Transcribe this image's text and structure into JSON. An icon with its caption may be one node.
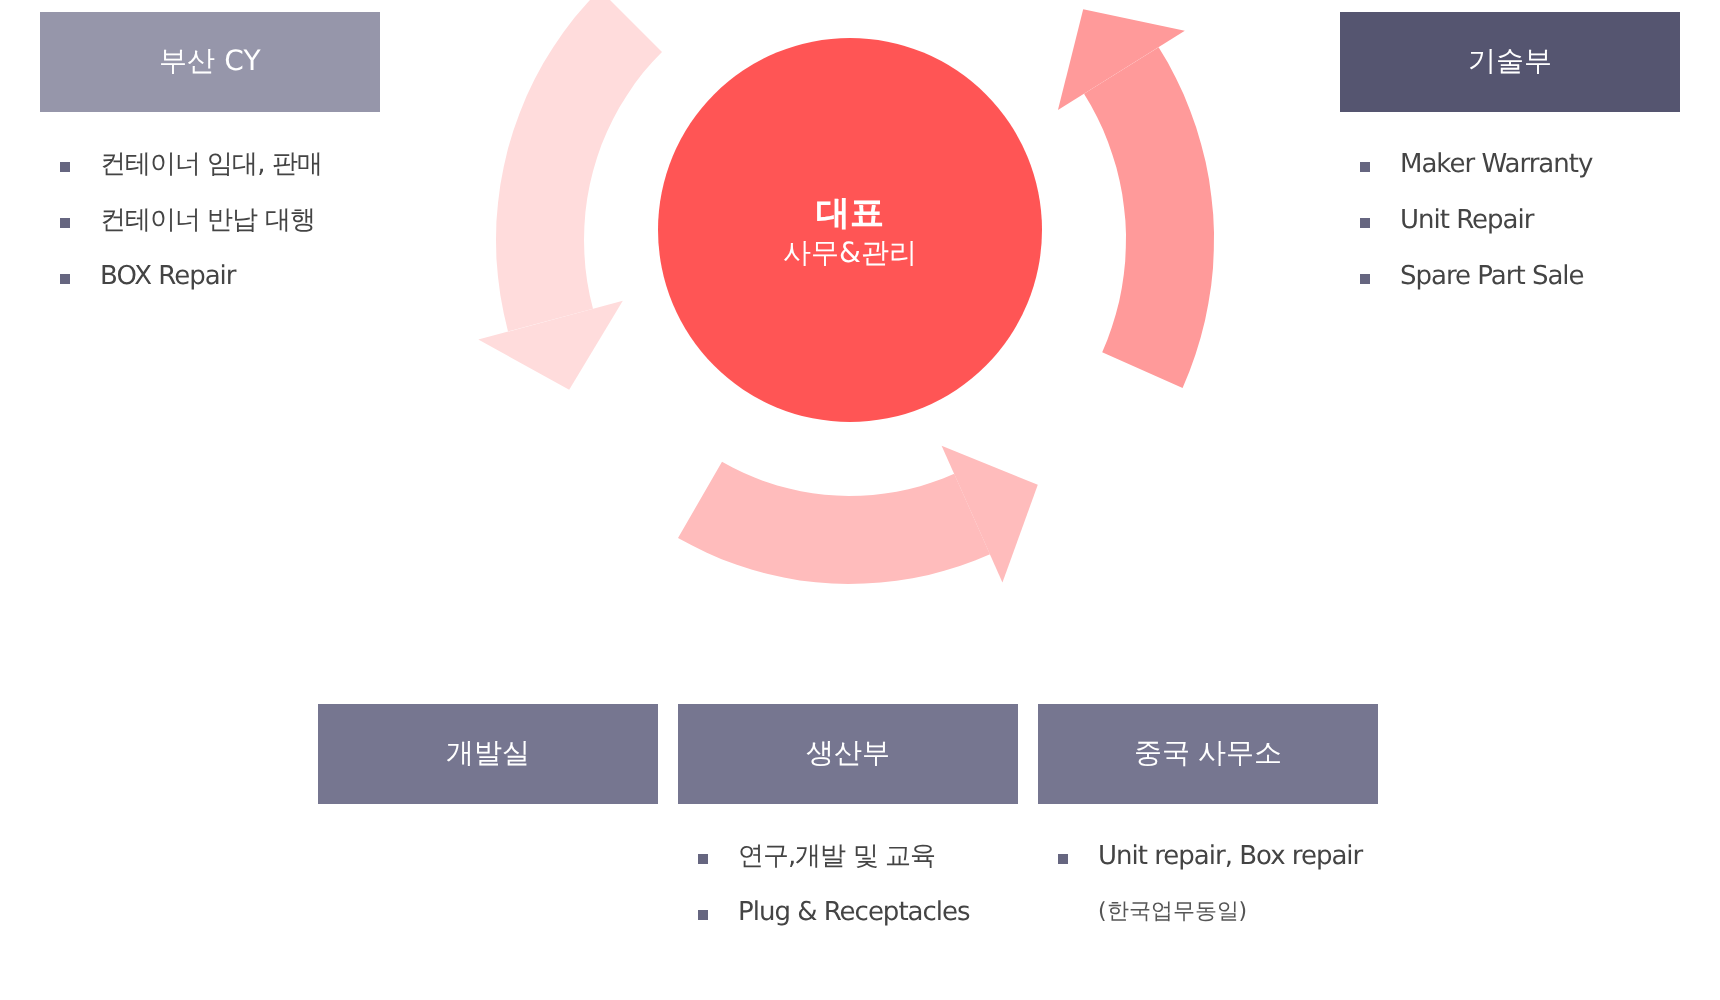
{
  "diagram": {
    "nodes": [
      {
        "text": [
          "대표",
          "사무&관리"
        ]
      },
      {
        "text": [
          "부산 CY"
        ],
        "beside": [
          "컨테이너 임대, 판매",
          "컨테이너 반납 대행",
          "BOX Repair"
        ]
      },
      {
        "text": [
          "기술부"
        ],
        "beside": [
          "Maker Warranty",
          "Unit Repair",
          "Spare Part Sale"
        ]
      },
      {
        "text": [
          "개발실"
        ]
      },
      {
        "text": [
          "생산부"
        ],
        "beside": [
          "연구,개발 및 교육",
          "Plug & Receptacles"
        ]
      },
      {
        "text": [
          "중국 사무소"
        ],
        "beside": [
          "Unit repair, Box repair",
          "(한국업무동일)"
        ]
      }
    ],
    "edges": []
  }
}
